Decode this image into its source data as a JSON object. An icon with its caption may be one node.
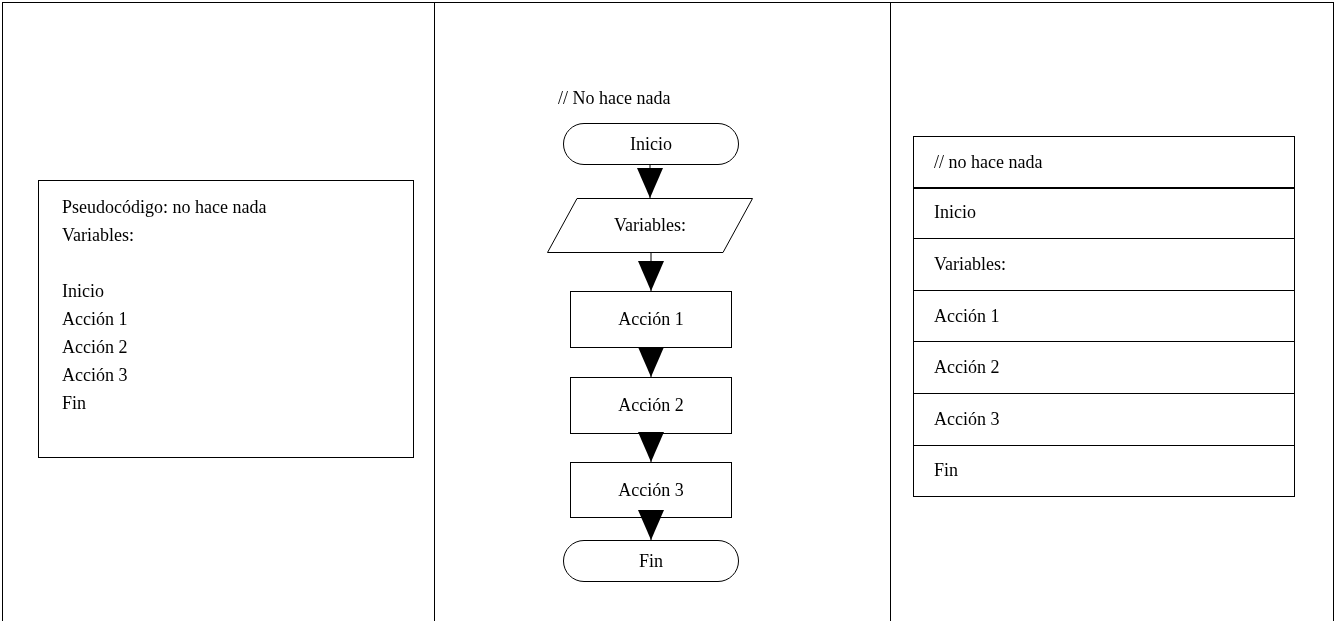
{
  "diagram": {
    "nodes": [
      {
        "text": [
          "Pseudocódigo: no hace nada",
          "Variables:",
          "Inicio",
          "Acción 1",
          "Acción 2",
          "Acción 3",
          "Fin"
        ]
      },
      {
        "text": [
          "Inicio"
        ]
      },
      {
        "text": [
          "Variables:"
        ]
      },
      {
        "text": [
          "Acción 1"
        ]
      },
      {
        "text": [
          "Acción 2"
        ]
      },
      {
        "text": [
          "Acción 3"
        ]
      },
      {
        "text": [
          "Fin"
        ]
      },
      {
        "text": [
          "// no hace nada"
        ]
      },
      {
        "text": [
          "Inicio"
        ]
      },
      {
        "text": [
          "Variables:"
        ]
      },
      {
        "text": [
          "Acción 1"
        ]
      },
      {
        "text": [
          "Acción 2"
        ]
      },
      {
        "text": [
          "Acción 3"
        ]
      },
      {
        "text": [
          "Fin"
        ]
      }
    ],
    "edges": [
      {
        "from": 1,
        "to": 2,
        "arrow": "to"
      },
      {
        "from": 2,
        "to": 3,
        "arrow": "to"
      },
      {
        "from": 3,
        "to": 4,
        "arrow": "to"
      },
      {
        "from": 4,
        "to": 5,
        "arrow": "to"
      },
      {
        "from": 5,
        "to": 6,
        "arrow": "to"
      }
    ],
    "labels": [
      "// No hace nada"
    ]
  }
}
